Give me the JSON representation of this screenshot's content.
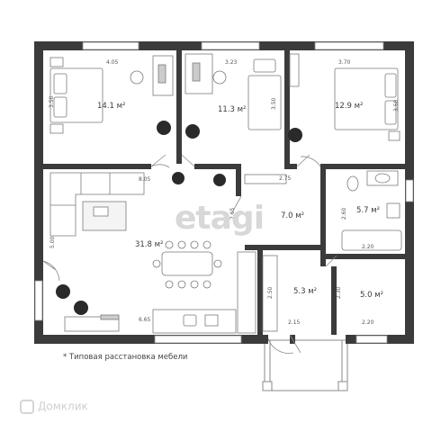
{
  "plan": {
    "watermark_text": "etagi",
    "footnote": "* Типовая расстановка мебели",
    "brand_text": "Домклик",
    "colors": {
      "wall": "#3b3b3b",
      "furniture": "#7a7a7a",
      "plant": "#2a2a2a",
      "background": "#ffffff"
    },
    "rooms": [
      {
        "id": "bedroom-1",
        "area": "14.1 м²",
        "dims": [
          "4.05",
          "3.50"
        ]
      },
      {
        "id": "bedroom-2",
        "area": "11.3 м²",
        "dims": [
          "3.23",
          "3.50"
        ]
      },
      {
        "id": "bedroom-3",
        "area": "12.9 м²",
        "dims": [
          "3.70",
          "3.50"
        ]
      },
      {
        "id": "living-room",
        "area": "31.8 м²",
        "dims": [
          "8.05",
          "5.00",
          "6.65"
        ]
      },
      {
        "id": "hall",
        "area": "7.0 м²",
        "dims": [
          "2.75",
          "2.65"
        ]
      },
      {
        "id": "bathroom",
        "area": "5.7 м²",
        "dims": [
          "2.60",
          "2.20"
        ]
      },
      {
        "id": "corridor",
        "area": "5.3 м²",
        "dims": [
          "2.50",
          "2.15"
        ]
      },
      {
        "id": "utility",
        "area": "5.0 м²",
        "dims": [
          "2.30",
          "2.20"
        ]
      }
    ]
  }
}
